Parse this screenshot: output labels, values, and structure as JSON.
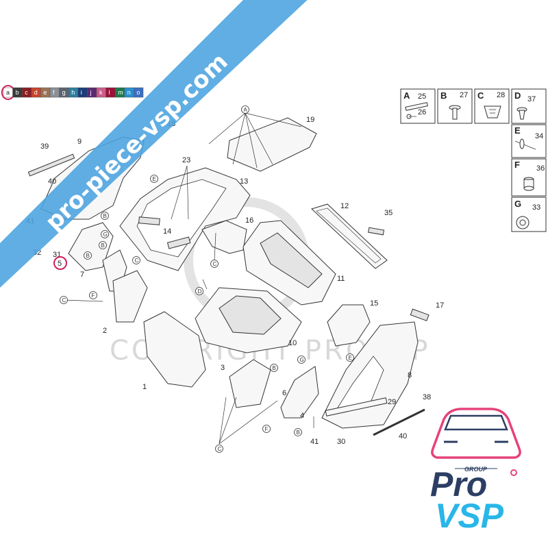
{
  "colors": {
    "banner": "#4aa3df",
    "brand_navy": "#2c3e63",
    "brand_cyan": "#29b6e8",
    "brand_pink": "#e6427a",
    "highlight": "#d0205c"
  },
  "banner": {
    "text": "pro-piece-vsp.com"
  },
  "watermark": {
    "text": "COPYRIGHT PROVSP"
  },
  "color_strip": {
    "letters": [
      "a",
      "b",
      "c",
      "d",
      "e",
      "f",
      "g",
      "h",
      "i",
      "j",
      "k",
      "l",
      "m",
      "n",
      "o"
    ],
    "colors": [
      "#ffffff",
      "#3a3a3a",
      "#8b1d22",
      "#c8452b",
      "#9a7458",
      "#8a8f98",
      "#5c6470",
      "#2e7fa0",
      "#1b3e7a",
      "#5a2a72",
      "#cc5c8a",
      "#9a1236",
      "#1c7a4a",
      "#2a8fd0",
      "#3b6fc2"
    ],
    "selected": "a"
  },
  "legend": [
    {
      "letter": "A",
      "parts": [
        "25",
        "26"
      ],
      "icon": "bracket-screw-icon"
    },
    {
      "letter": "B",
      "parts": [
        "27"
      ],
      "icon": "push-rivet-icon"
    },
    {
      "letter": "C",
      "parts": [
        "28"
      ],
      "icon": "spring-clip-icon"
    },
    {
      "letter": "D",
      "parts": [
        "37"
      ],
      "icon": "push-clip-icon"
    },
    {
      "letter": "E",
      "parts": [
        "34"
      ],
      "icon": "rivet-icon"
    },
    {
      "letter": "F",
      "parts": [
        "36"
      ],
      "icon": "nut-insert-icon"
    },
    {
      "letter": "G",
      "parts": [
        "33"
      ],
      "icon": "grommet-icon"
    }
  ],
  "part_numbers": [
    "1",
    "2",
    "3",
    "4",
    "5",
    "6",
    "7",
    "8",
    "9",
    "10",
    "11",
    "12",
    "13",
    "14",
    "15",
    "16",
    "17",
    "18",
    "19",
    "23",
    "29",
    "30",
    "31",
    "32",
    "35",
    "38",
    "39",
    "40",
    "40",
    "41",
    "41"
  ],
  "callout_letters": [
    "A",
    "B",
    "B",
    "B",
    "B",
    "B",
    "C",
    "C",
    "C",
    "C",
    "D",
    "E",
    "E",
    "F",
    "F",
    "G",
    "G"
  ],
  "logo": {
    "group": "GROUP",
    "line1": "Pro",
    "line2": "VSP"
  }
}
